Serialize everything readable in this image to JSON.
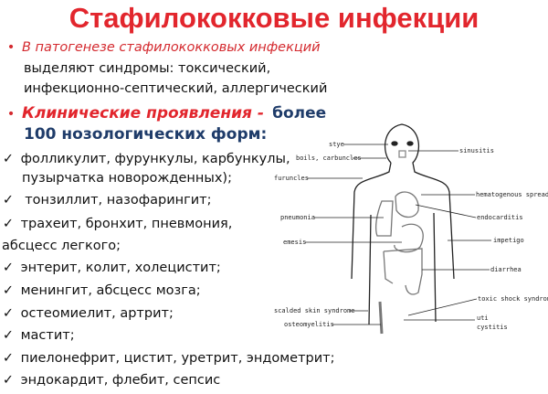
{
  "title": "Стафилококковые инфекции",
  "bullet1": {
    "italic": "В патогенезе стафилококковых инфекций",
    "line2": "выделяют синдромы: токсический,",
    "line3": "инфекционно-септический, аллергический"
  },
  "bullet2": {
    "red": "Клинические проявления -",
    "blue1": "более",
    "blue2": "100 нозологических форм:"
  },
  "items": [
    "фолликулит, фурункулы, карбункулы,",
    "пузырчатка новорожденных);",
    "тонзиллит, назофарингит;",
    "трахеит, бронхит, пневмония,",
    "абсцесс легкого;",
    "энтерит, колит, холецистит;",
    "менингит, абсцесс мозга;",
    "остеомиелит, артрит;",
    "мастит;",
    "пиелонефрит, цистит, уретрит, эндометрит;",
    "эндокардит, флебит, сепсис"
  ],
  "diagram": {
    "stye": "stye",
    "sinusitis": "sinusitis",
    "boils": "boils, carbuncles",
    "furuncles": "furuncles",
    "hematogenous": "hematogenous spread",
    "endocarditis": "endocarditis",
    "pneumonia": "pneumonia",
    "emesis": "emesis",
    "impetigo": "impetigo",
    "diarrhea": "diarrhea",
    "toxic": "toxic shock syndrome",
    "scalded": "scalded skin syndrome",
    "uti": "uti",
    "cystitis": "cystitis",
    "osteomyelitis": "osteomyelitis"
  },
  "colors": {
    "title": "#e2262d",
    "blue": "#1f3c6a"
  }
}
